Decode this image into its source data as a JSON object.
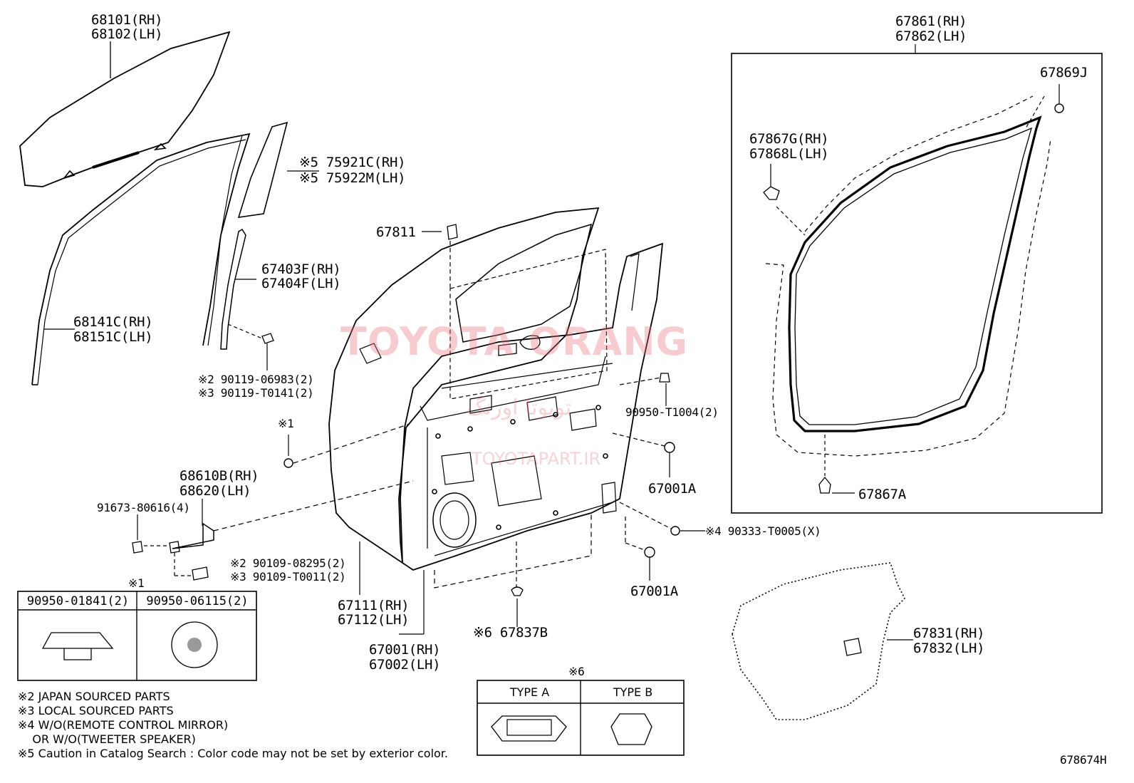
{
  "watermark": {
    "text": "TOYOTA ORANG",
    "sub_text": "تویوتا اورنگ",
    "url": "TOYOTAPART.IR",
    "color": "#e8707a"
  },
  "labels": {
    "p68101": "68101(RH)",
    "p68102": "68102(LH)",
    "p75921": "※5 75921C(RH)",
    "p75922": "※5 75922M(LH)",
    "p67811": "67811",
    "p67403": "67403F(RH)",
    "p67404": "67404F(LH)",
    "p68141": "68141C(RH)",
    "p68151": "68151C(LH)",
    "p90119a": "※2 90119-06983(2)",
    "p90119b": "※3 90119-T0141(2)",
    "p90950": "90950-T1004(2)",
    "star1": "※1",
    "p68610": "68610B(RH)",
    "p68620": "68620(LH)",
    "p91673": "91673-80616(4)",
    "p67001a_1": "67001A",
    "p90333": "※4 90333-T0005(X)",
    "p90109a": "※2 90109-08295(2)",
    "p90109b": "※3 90109-T0011(2)",
    "p67001a_2": "67001A",
    "p67111": "67111(RH)",
    "p67112": "67112(LH)",
    "p67837": "※6 67837B",
    "p67001": "67001(RH)",
    "p67002": "67002(LH)",
    "p67861": "67861(RH)",
    "p67862": "67862(LH)",
    "p67869": "67869J",
    "p67867g": "67867G(RH)",
    "p67868l": "67868L(LH)",
    "p67867a": "67867A",
    "p67831": "67831(RH)",
    "p67832": "67832(LH)",
    "code": "678674H"
  },
  "table1": {
    "star": "※1",
    "col1": "90950-01841(2)",
    "col2": "90950-06115(2)"
  },
  "table6": {
    "star": "※6",
    "col1": "TYPE A",
    "col2": "TYPE B"
  },
  "notes": [
    "※2 JAPAN SOURCED PARTS",
    "※3 LOCAL SOURCED PARTS",
    "※4 W/O(REMOTE CONTROL MIRROR)",
    "    OR W/O(TWEETER SPEAKER)",
    "※5 Caution in Catalog Search : Color code may not be set by exterior color."
  ]
}
